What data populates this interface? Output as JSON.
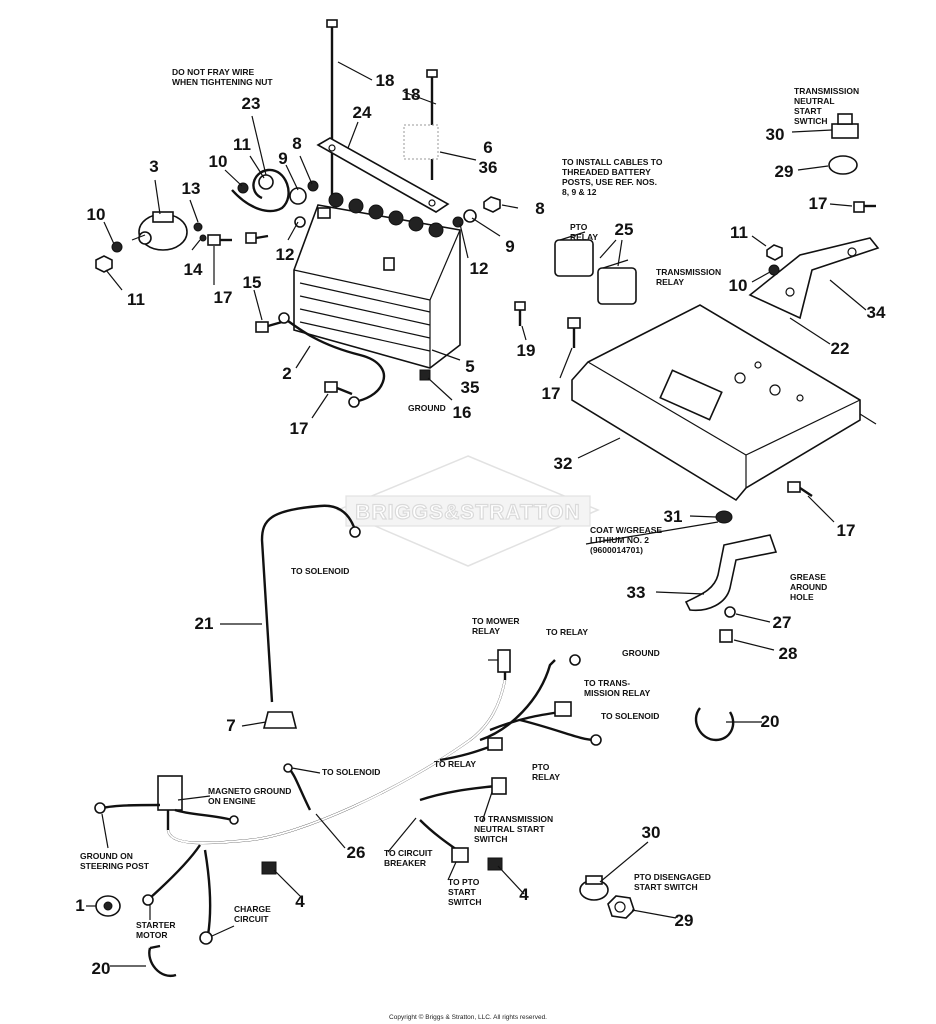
{
  "watermark": "BRIGGS&STRATTON",
  "copyright": "Copyright © Briggs & Stratton, LLC. All rights reserved.",
  "callouts": [
    {
      "n": "18"
    },
    {
      "n": "18"
    },
    {
      "n": "24"
    },
    {
      "n": "23"
    },
    {
      "n": "11"
    },
    {
      "n": "8"
    },
    {
      "n": "9"
    },
    {
      "n": "10"
    },
    {
      "n": "3"
    },
    {
      "n": "13"
    },
    {
      "n": "10"
    },
    {
      "n": "14"
    },
    {
      "n": "17"
    },
    {
      "n": "11"
    },
    {
      "n": "15"
    },
    {
      "n": "12"
    },
    {
      "n": "6"
    },
    {
      "n": "36"
    },
    {
      "n": "8"
    },
    {
      "n": "9"
    },
    {
      "n": "12"
    },
    {
      "n": "2"
    },
    {
      "n": "5"
    },
    {
      "n": "35"
    },
    {
      "n": "16"
    },
    {
      "n": "17"
    },
    {
      "n": "30"
    },
    {
      "n": "29"
    },
    {
      "n": "17"
    },
    {
      "n": "25"
    },
    {
      "n": "11"
    },
    {
      "n": "10"
    },
    {
      "n": "34"
    },
    {
      "n": "22"
    },
    {
      "n": "19"
    },
    {
      "n": "17"
    },
    {
      "n": "32"
    },
    {
      "n": "31"
    },
    {
      "n": "17"
    },
    {
      "n": "33"
    },
    {
      "n": "27"
    },
    {
      "n": "28"
    },
    {
      "n": "21"
    },
    {
      "n": "7"
    },
    {
      "n": "20"
    },
    {
      "n": "26"
    },
    {
      "n": "4"
    },
    {
      "n": "4"
    },
    {
      "n": "30"
    },
    {
      "n": "29"
    },
    {
      "n": "1"
    },
    {
      "n": "20"
    }
  ],
  "labels": [
    {
      "lines": [
        "DO NOT FRAY WIRE",
        "WHEN TIGHTENING NUT"
      ]
    },
    {
      "lines": [
        "TO INSTALL CABLES TO",
        "THREADED BATTERY",
        "POSTS, USE REF. NOS.",
        "8, 9 & 12"
      ]
    },
    {
      "lines": [
        "TRANSMISSION",
        "NEUTRAL",
        "START",
        "SWTICH"
      ]
    },
    {
      "lines": [
        "PTO",
        "RELAY"
      ]
    },
    {
      "lines": [
        "TRANSMISSION",
        "RELAY"
      ]
    },
    {
      "lines": [
        "GROUND"
      ]
    },
    {
      "lines": [
        "COAT W/GREASE",
        "LITHIUM NO. 2",
        "(9600014701)"
      ]
    },
    {
      "lines": [
        "GREASE",
        "AROUND",
        "HOLE"
      ]
    },
    {
      "lines": [
        "TO SOLENOID"
      ]
    },
    {
      "lines": [
        "TO MOWER",
        "RELAY"
      ]
    },
    {
      "lines": [
        "TO RELAY"
      ]
    },
    {
      "lines": [
        "GROUND"
      ]
    },
    {
      "lines": [
        "TO TRANS-",
        "MISSION RELAY"
      ]
    },
    {
      "lines": [
        "TO SOLENOID"
      ]
    },
    {
      "lines": [
        "TO SOLENOID"
      ]
    },
    {
      "lines": [
        "TO RELAY"
      ]
    },
    {
      "lines": [
        "PTO",
        "RELAY"
      ]
    },
    {
      "lines": [
        "MAGNETO GROUND",
        "ON ENGINE"
      ]
    },
    {
      "lines": [
        "TO TRANSMISSION",
        "NEUTRAL START",
        "SWITCH"
      ]
    },
    {
      "lines": [
        "GROUND ON",
        "STEERING POST"
      ]
    },
    {
      "lines": [
        "TO CIRCUIT",
        "BREAKER"
      ]
    },
    {
      "lines": [
        "TO PTO",
        "START",
        "SWITCH"
      ]
    },
    {
      "lines": [
        "PTO DISENGAGED",
        "START SWITCH"
      ]
    },
    {
      "lines": [
        "STARTER",
        "MOTOR"
      ]
    },
    {
      "lines": [
        "CHARGE",
        "CIRCUIT"
      ]
    }
  ]
}
